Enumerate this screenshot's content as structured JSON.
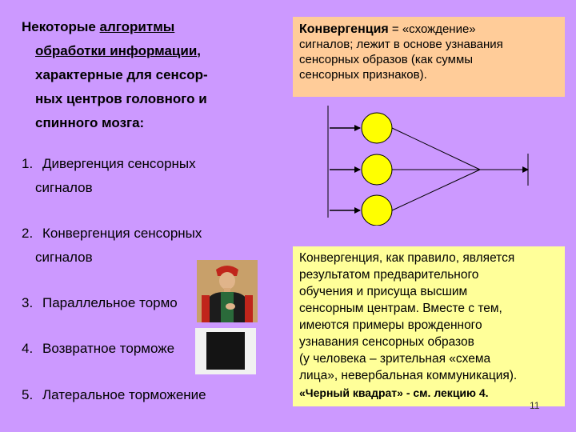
{
  "heading": {
    "line1_pre": "Некоторые ",
    "line1_link": "алгоритмы",
    "line2_link": "обработки информации",
    "line2_post": ",",
    "line3": "характерные для сенсор-",
    "line4": "ных центров головного и",
    "line5": "спинного мозга:"
  },
  "items": [
    {
      "num": "1.",
      "text": "Дивергенция сенсорных",
      "cont": "сигналов"
    },
    {
      "num": "2.",
      "text": "Конвергенция сенсорных",
      "cont": "сигналов"
    },
    {
      "num": "3.",
      "text": "Параллельное тормо"
    },
    {
      "num": "4.",
      "text": "Возвратное торможе"
    },
    {
      "num": "5.",
      "text": "Латеральное торможение"
    }
  ],
  "definition": {
    "term": "Конвергенция",
    "eq": " = «схождение»",
    "line2": "сигналов; лежит в основе узнавания",
    "line3": "сенсорных образов (как суммы",
    "line4": "сенсорных признаков)."
  },
  "explanation": {
    "lines": [
      "Конвергенция, как правило, является",
      "результатом предварительного",
      "обучения и присуща высшим",
      "сенсорным центрам. Вместе с тем,",
      "имеются примеры врожденного",
      "узнавания сенсорных образов",
      "(у человека – зрительная «схема",
      "лица», невербальная коммуникация)."
    ],
    "note": "«Черный квадрат» - см. лекцию 4."
  },
  "page_number": "11",
  "colors": {
    "background": "#cc99ff",
    "definition_box": "#ffcc99",
    "explanation_box": "#ffff99",
    "neuron_fill": "#ffff00"
  }
}
